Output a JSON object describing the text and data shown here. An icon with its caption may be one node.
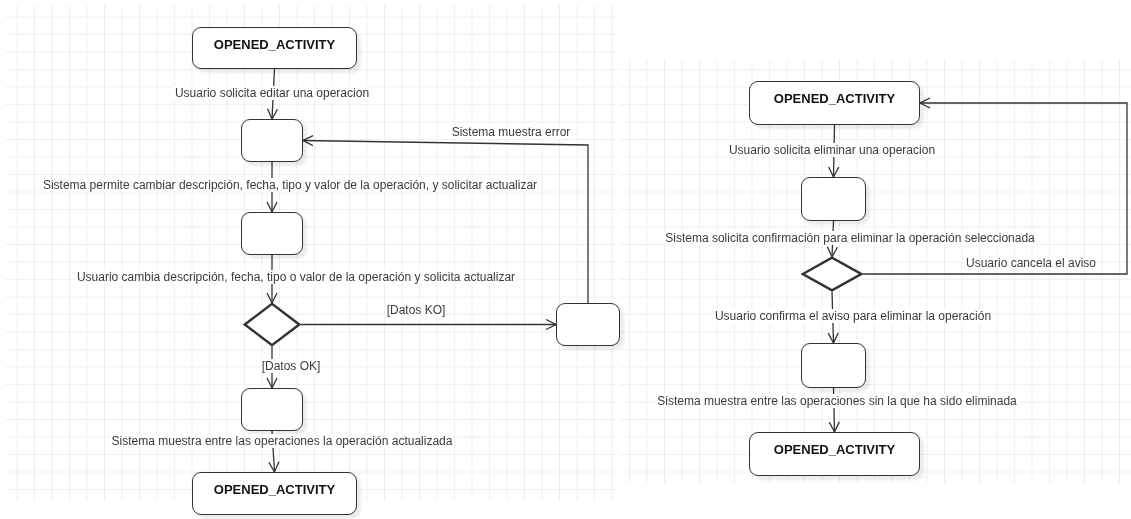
{
  "diagram": {
    "nodes": [
      {
        "text": [
          "OPENED_ACTIVITY"
        ]
      },
      {
        "text": [],
        "shape": "box"
      },
      {
        "text": [],
        "shape": "box"
      },
      {
        "text": [],
        "shape": "diamond"
      },
      {
        "text": [],
        "shape": "box"
      },
      {
        "text": [],
        "shape": "box"
      },
      {
        "text": [
          "OPENED_ACTIVITY"
        ]
      },
      {
        "text": [
          "OPENED_ACTIVITY"
        ]
      },
      {
        "text": [],
        "shape": "box"
      },
      {
        "text": [],
        "shape": "diamond"
      },
      {
        "text": [],
        "shape": "box"
      },
      {
        "text": [
          "OPENED_ACTIVITY"
        ]
      }
    ],
    "edges": [
      {
        "from": 0,
        "to": 1,
        "arrow": "to",
        "label": "Usuario solicita editar una operacion"
      },
      {
        "from": 1,
        "to": 2,
        "arrow": "to",
        "label": "Sistema permite cambiar descripción, fecha, tipo y valor de la operación, y solicitar actualizar"
      },
      {
        "from": 2,
        "to": 3,
        "arrow": "to",
        "label": "Usuario cambia descripción, fecha, tipo o valor de la operación y solicita actualizar"
      },
      {
        "from": 3,
        "to": 4,
        "arrow": "to",
        "label": "[Datos KO]"
      },
      {
        "from": 4,
        "to": 1,
        "arrow": "to",
        "label": "Sistema muestra error"
      },
      {
        "from": 3,
        "to": 5,
        "arrow": "to",
        "label": "[Datos OK]"
      },
      {
        "from": 5,
        "to": 6,
        "arrow": "to",
        "label": "Sistema muestra entre las operaciones la operación actualizada"
      },
      {
        "from": 7,
        "to": 8,
        "arrow": "to",
        "label": "Usuario solicita eliminar una operacion"
      },
      {
        "from": 8,
        "to": 9,
        "arrow": "to",
        "label": "Sistema solicita confirmación para eliminar la operación seleccionada"
      },
      {
        "from": 9,
        "to": 7,
        "arrow": "to",
        "label": "Usuario cancela el aviso"
      },
      {
        "from": 9,
        "to": 10,
        "arrow": "to",
        "label": "Usuario confirma el aviso para eliminar la operación"
      },
      {
        "from": 10,
        "to": 11,
        "arrow": "to",
        "label": "Sistema muestra entre las operaciones sin la que ha sido eliminada"
      }
    ]
  }
}
